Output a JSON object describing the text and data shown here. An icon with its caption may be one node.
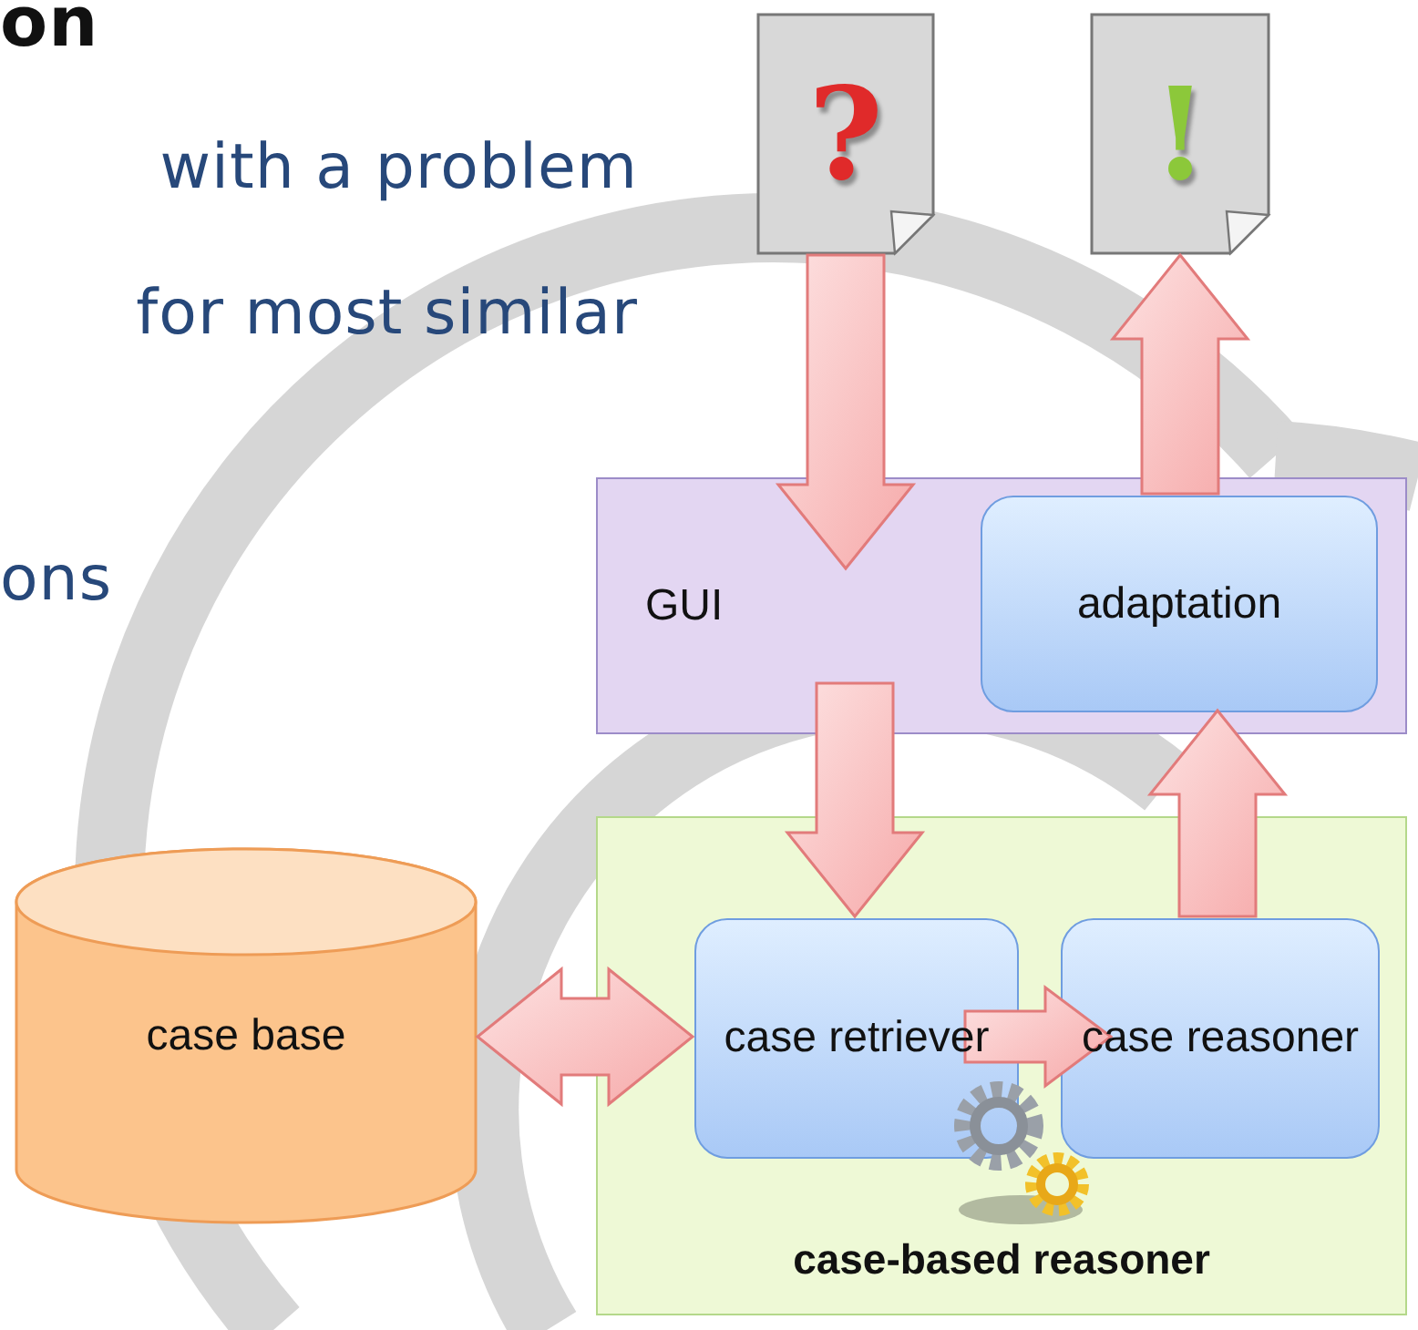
{
  "diagram": {
    "nodes": [
      {
        "text": [
          "?"
        ]
      },
      {
        "text": [
          "!"
        ]
      },
      {
        "text": [
          "GUI"
        ]
      },
      {
        "text": [
          "adaptation"
        ],
        "in": 2
      },
      {
        "text": [
          "case-based reasoner"
        ]
      },
      {
        "text": [
          "case retriever"
        ],
        "in": 4
      },
      {
        "text": [
          "case reasoner"
        ],
        "in": 4
      },
      {
        "text": [
          "case base"
        ]
      }
    ],
    "edges": [
      {
        "from": 0,
        "to": 2,
        "arrow": "to"
      },
      {
        "from": 3,
        "to": 1,
        "arrow": "to"
      },
      {
        "from": 2,
        "to": 5,
        "arrow": "to"
      },
      {
        "from": 6,
        "to": 3,
        "arrow": "to"
      },
      {
        "from": 5,
        "to": 6,
        "arrow": "to"
      },
      {
        "from": 7,
        "to": 5,
        "arrow": "both"
      }
    ],
    "labels": [
      "on",
      "with a problem",
      "for most similar",
      "ons"
    ]
  }
}
